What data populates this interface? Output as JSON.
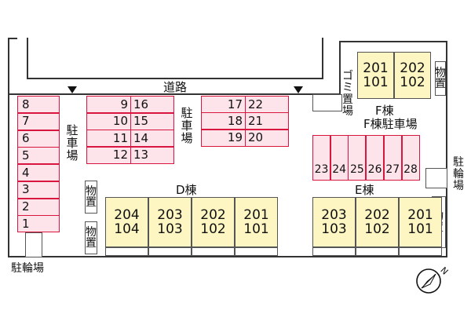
{
  "road": {
    "label": "道路"
  },
  "parking_main": {
    "label": "駐車場"
  },
  "left_column_spots": [
    "8",
    "7",
    "6",
    "5",
    "4",
    "3",
    "2",
    "1"
  ],
  "mid_block_a": [
    [
      "9",
      "16"
    ],
    [
      "10",
      "15"
    ],
    [
      "11",
      "14"
    ],
    [
      "12",
      "13"
    ]
  ],
  "parking_mid_label": "駐車場",
  "mid_block_b": [
    [
      "17",
      "22"
    ],
    [
      "18",
      "21"
    ],
    [
      "19",
      "20"
    ]
  ],
  "f_parking": {
    "label": "F棟駐車場",
    "spots": [
      "23",
      "24",
      "25",
      "26",
      "27",
      "28"
    ]
  },
  "building_f": {
    "label": "F棟",
    "units": [
      {
        "upper": "201",
        "lower": "101"
      },
      {
        "upper": "202",
        "lower": "102"
      }
    ]
  },
  "building_d": {
    "label": "D棟",
    "units": [
      {
        "upper": "204",
        "lower": "104"
      },
      {
        "upper": "203",
        "lower": "103"
      },
      {
        "upper": "202",
        "lower": "102"
      },
      {
        "upper": "201",
        "lower": "101"
      }
    ]
  },
  "building_e": {
    "label": "E棟",
    "units": [
      {
        "upper": "203",
        "lower": "103"
      },
      {
        "upper": "202",
        "lower": "102"
      },
      {
        "upper": "201",
        "lower": "101"
      }
    ]
  },
  "garbage_station": {
    "label": "ゴミ置場"
  },
  "storage_label": "物置",
  "bicycle_parking": {
    "label": "駐輪場"
  },
  "compass": {
    "label": "N"
  },
  "colors": {
    "parking_fill": "#fde3ea",
    "parking_border": "#d9163f",
    "building_fill": "#fdf6c3"
  }
}
